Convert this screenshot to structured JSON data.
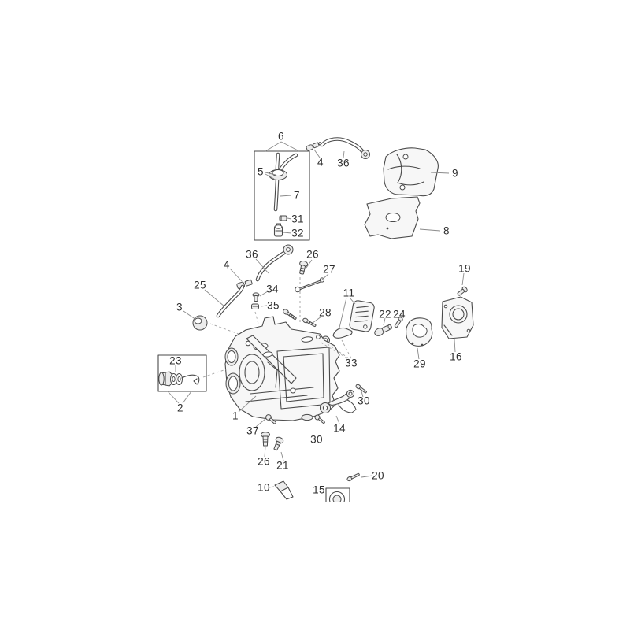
{
  "diagram": {
    "kind": "exploded-parts-diagram",
    "background_color": "#ffffff",
    "line_color": "#4a4a4a",
    "label_color": "#2e2e2e",
    "callouts": {
      "p1": "1",
      "p2": "2",
      "p3": "3",
      "p4_top": "4",
      "p4_mid": "4",
      "p5": "5",
      "p6": "6",
      "p7": "7",
      "p8": "8",
      "p9": "9",
      "p10": "10",
      "p11": "11",
      "p14": "14",
      "p15": "15",
      "p16": "16",
      "p19": "19",
      "p20": "20",
      "p21": "21",
      "p22": "22",
      "p23": "23",
      "p24": "24",
      "p25": "25",
      "p26_upper": "26",
      "p26_lower": "26",
      "p27": "27",
      "p28": "28",
      "p29": "29",
      "p30_mid": "30",
      "p30_right": "30",
      "p31": "31",
      "p32": "32",
      "p33": "33",
      "p34": "34",
      "p35": "35",
      "p36_top": "36",
      "p36_mid": "36",
      "p37": "37"
    }
  }
}
